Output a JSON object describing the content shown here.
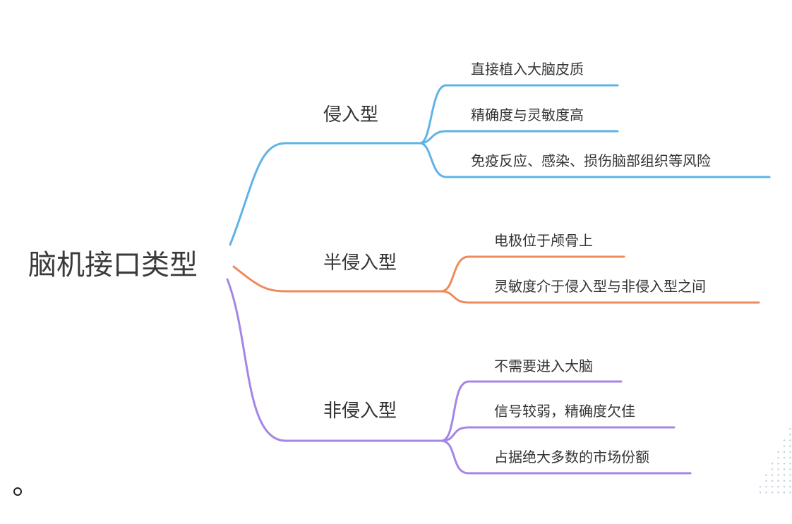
{
  "root": "脑机接口类型",
  "colors": {
    "invasive": "#5fb3e6",
    "semi": "#f08a5b",
    "non": "#a585e6"
  },
  "branches": [
    {
      "label": "侵入型",
      "items": [
        "直接植入大脑皮质",
        "精确度与灵敏度高",
        "免疫反应、感染、损伤脑部组织等风险"
      ]
    },
    {
      "label": "半侵入型",
      "items": [
        "电极位于颅骨上",
        "灵敏度介于侵入型与非侵入型之间"
      ]
    },
    {
      "label": "非侵入型",
      "items": [
        "不需要进入大脑",
        "信号较弱，精确度欠佳",
        "占据绝大多数的市场份额"
      ]
    }
  ]
}
